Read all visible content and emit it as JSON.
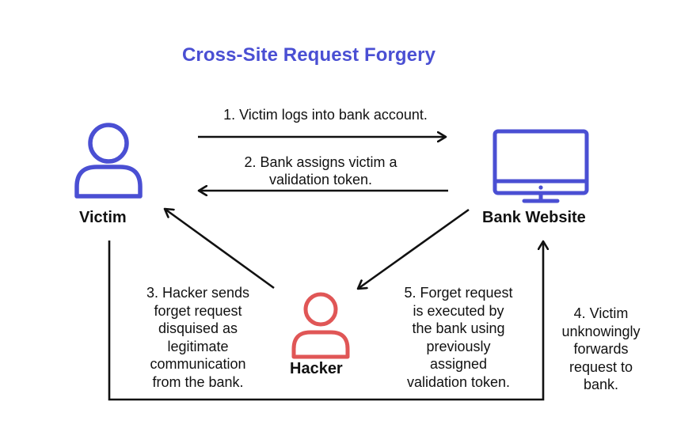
{
  "title": "Cross-Site Request Forgery",
  "colors": {
    "title": "#4a4fd3",
    "victim_icon": "#4a4fd3",
    "bank_icon": "#4a4fd3",
    "hacker_icon": "#e05656",
    "arrows": "#111111"
  },
  "nodes": {
    "victim": {
      "label": "Victim",
      "icon": "user-icon"
    },
    "bank": {
      "label": "Bank Website",
      "icon": "monitor-icon"
    },
    "hacker": {
      "label": "Hacker",
      "icon": "user-icon"
    }
  },
  "steps": {
    "step1": {
      "lines": [
        "1. Victim logs into bank account."
      ]
    },
    "step2": {
      "lines": [
        "2. Bank assigns victim a",
        "validation token."
      ]
    },
    "step3": {
      "lines": [
        "3. Hacker sends",
        "forget request",
        "disquised as",
        "legitimate",
        "communication",
        "from the bank."
      ]
    },
    "step4": {
      "lines": [
        "4. Victim",
        "unknowingly",
        "forwards",
        "request to",
        "bank."
      ]
    },
    "step5": {
      "lines": [
        "5. Forget request",
        "is executed by",
        "the bank using",
        "previously",
        "assigned",
        "validation token."
      ]
    }
  }
}
